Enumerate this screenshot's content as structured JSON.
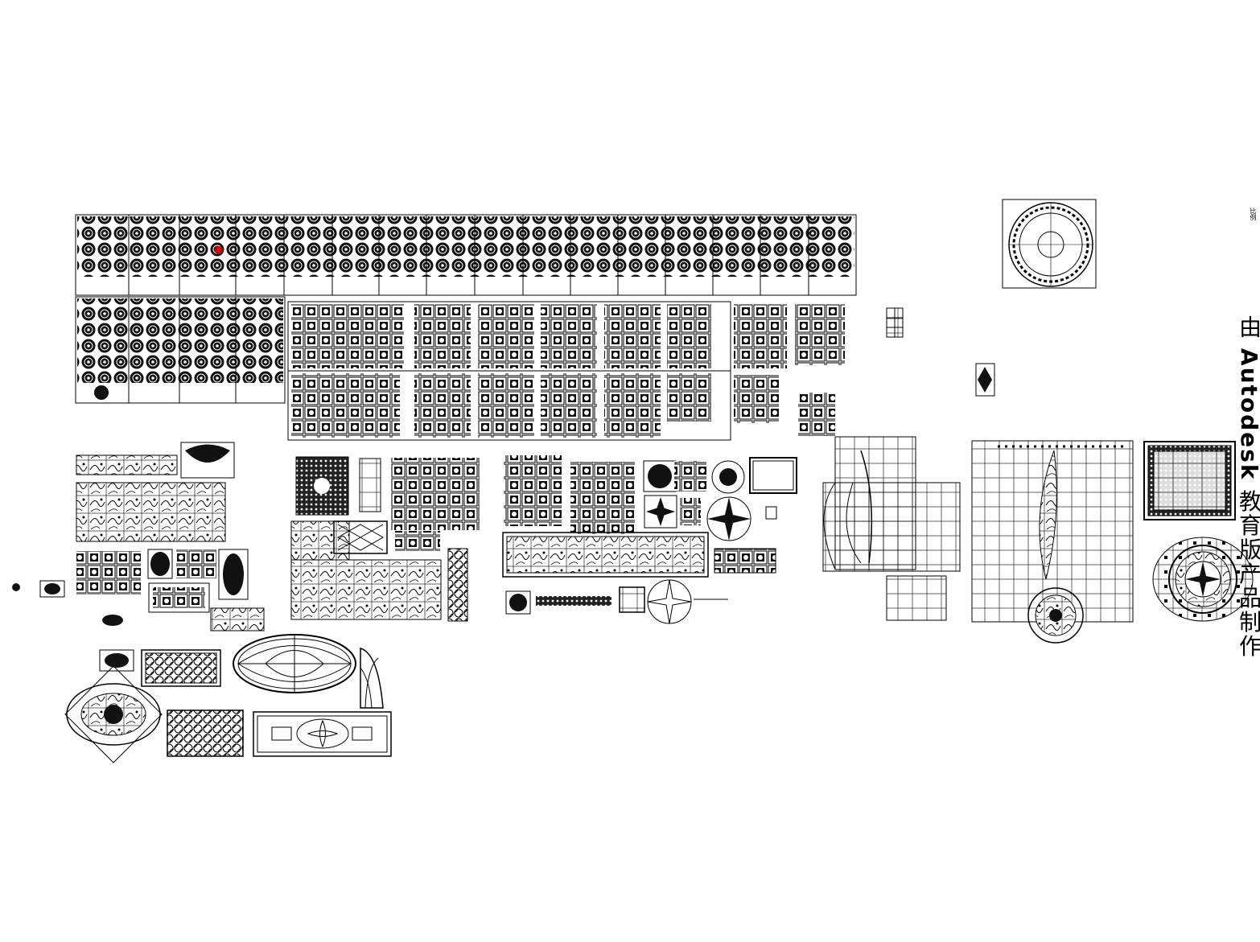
{
  "watermark": {
    "prefix": "由",
    "brand": "Autodesk",
    "suffix": "教育版产品制作"
  },
  "corner_mark": "比例",
  "colors": {
    "background": "#ffffff",
    "line": "#000000",
    "highlight": "#cc0000"
  }
}
